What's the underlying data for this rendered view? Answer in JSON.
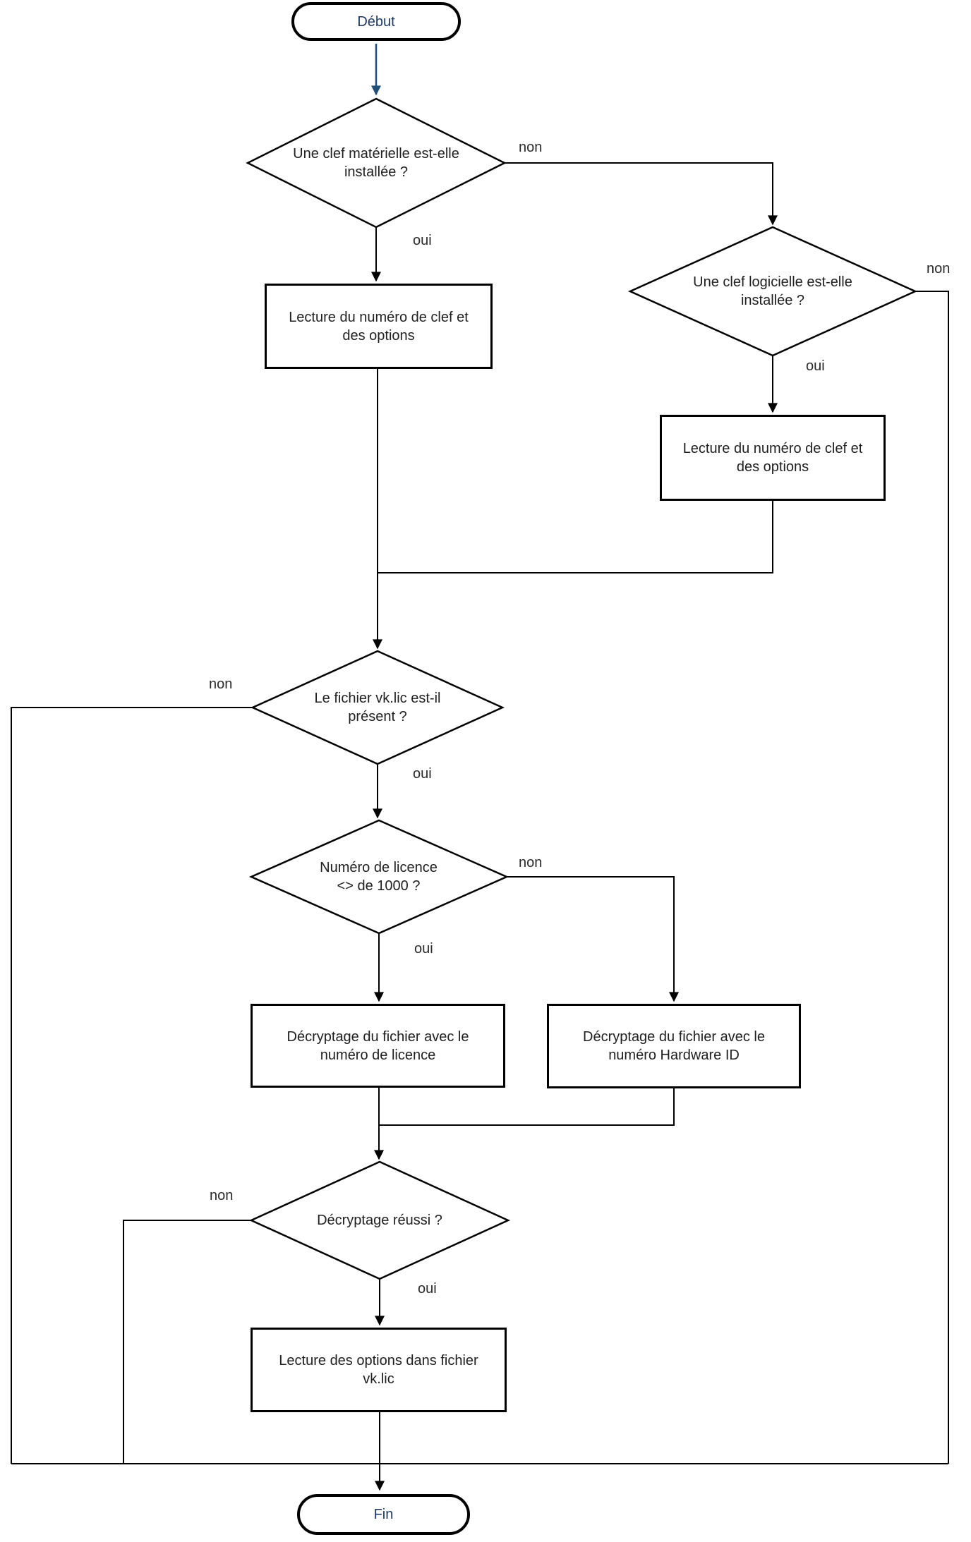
{
  "flowchart": {
    "nodes": {
      "start": {
        "type": "terminator",
        "label": "Début"
      },
      "decision_hardware_key": {
        "type": "decision",
        "label": "Une clef matérielle est-elle installée ?"
      },
      "process_read_key_left": {
        "type": "process",
        "label": "Lecture du numéro de clef et des options"
      },
      "decision_software_key": {
        "type": "decision",
        "label": "Une clef logicielle est-elle installée ?"
      },
      "process_read_key_right": {
        "type": "process",
        "label": "Lecture du numéro de clef et des options"
      },
      "decision_vklic_present": {
        "type": "decision",
        "label": "Le fichier vk.lic est-il présent ?"
      },
      "decision_license_number": {
        "type": "decision",
        "label": "Numéro de licence <> de 1000 ?"
      },
      "process_decrypt_license": {
        "type": "process",
        "label": "Décryptage du fichier avec le numéro de licence"
      },
      "process_decrypt_hwid": {
        "type": "process",
        "label": "Décryptage du fichier avec le numéro Hardware ID"
      },
      "decision_decrypt_success": {
        "type": "decision",
        "label": "Décryptage réussi ?"
      },
      "process_read_options": {
        "type": "process",
        "label": "Lecture des options dans fichier vk.lic"
      },
      "end": {
        "type": "terminator",
        "label": "Fin"
      }
    },
    "edge_labels": {
      "hw_oui": "oui",
      "hw_non": "non",
      "sw_oui": "oui",
      "sw_non": "non",
      "vk_oui": "oui",
      "vk_non": "non",
      "lic_oui": "oui",
      "lic_non": "non",
      "ok_oui": "oui",
      "ok_non": "non"
    },
    "colors": {
      "background": "#ffffff",
      "shape_border": "#000000",
      "connector_line": "#000000",
      "start_arrow": "#1f4e79",
      "terminator_text": "#1f3864",
      "node_text": "#1f1f1f"
    }
  }
}
